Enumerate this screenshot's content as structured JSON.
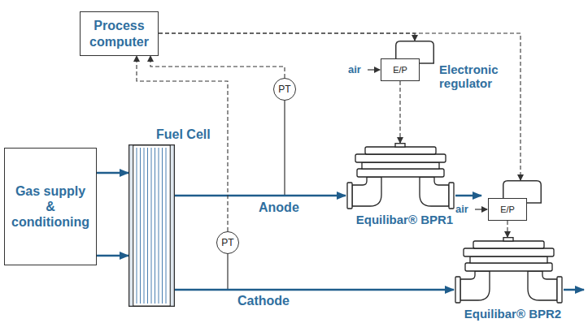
{
  "diagram": {
    "nodes": [
      {
        "text": [
          "Gas supply & conditioning"
        ]
      },
      {
        "text": [
          "Fuel Cell"
        ]
      },
      {
        "text": [
          "Process computer"
        ]
      },
      {
        "text": [
          "PT"
        ]
      },
      {
        "text": [
          "PT"
        ]
      },
      {
        "text": [
          "Electronic regulator",
          "E/P"
        ]
      },
      {
        "text": [
          "E/P"
        ]
      },
      {
        "text": [
          "Equilibar® BPR1"
        ]
      },
      {
        "text": [
          "Equilibar® BPR2"
        ]
      }
    ],
    "edges": [
      {
        "from": 0,
        "to": 1,
        "arrow": "to"
      },
      {
        "from": 0,
        "to": 1,
        "arrow": "to"
      },
      {
        "from": 1,
        "to": 7,
        "arrow": "to"
      },
      {
        "from": 1,
        "to": 8,
        "arrow": "to"
      },
      {
        "from": 3,
        "to": 2,
        "arrow": "to"
      },
      {
        "from": 4,
        "to": 2,
        "arrow": "to"
      },
      {
        "from": 2,
        "to": 5,
        "arrow": "to"
      },
      {
        "from": 2,
        "to": 6,
        "arrow": "to"
      },
      {
        "from": 5,
        "to": 7,
        "arrow": "to"
      },
      {
        "from": 6,
        "to": 8,
        "arrow": "to"
      }
    ],
    "labels": [
      "air",
      "air",
      "Anode",
      "Cathode"
    ]
  }
}
